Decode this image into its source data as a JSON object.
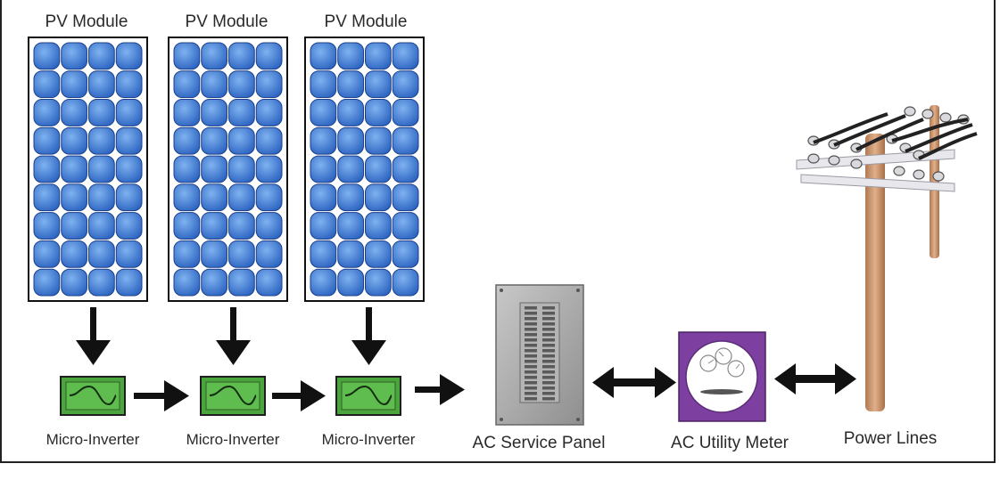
{
  "modules": [
    {
      "label": "PV Module"
    },
    {
      "label": "PV Module"
    },
    {
      "label": "PV Module"
    }
  ],
  "inverters": [
    {
      "label": "Micro-Inverter"
    },
    {
      "label": "Micro-Inverter"
    },
    {
      "label": "Micro-Inverter"
    }
  ],
  "panel": {
    "label": "AC Service Panel"
  },
  "meter": {
    "label": "AC Utility Meter"
  },
  "lines": {
    "label": "Power Lines"
  },
  "colors": {
    "cell": "#3f7fd6",
    "cell_edge": "#1b3f8a",
    "inverter": "#4aa63c",
    "meter": "#7d3fa0",
    "pole": "#c9946c",
    "arrow": "#111111"
  }
}
